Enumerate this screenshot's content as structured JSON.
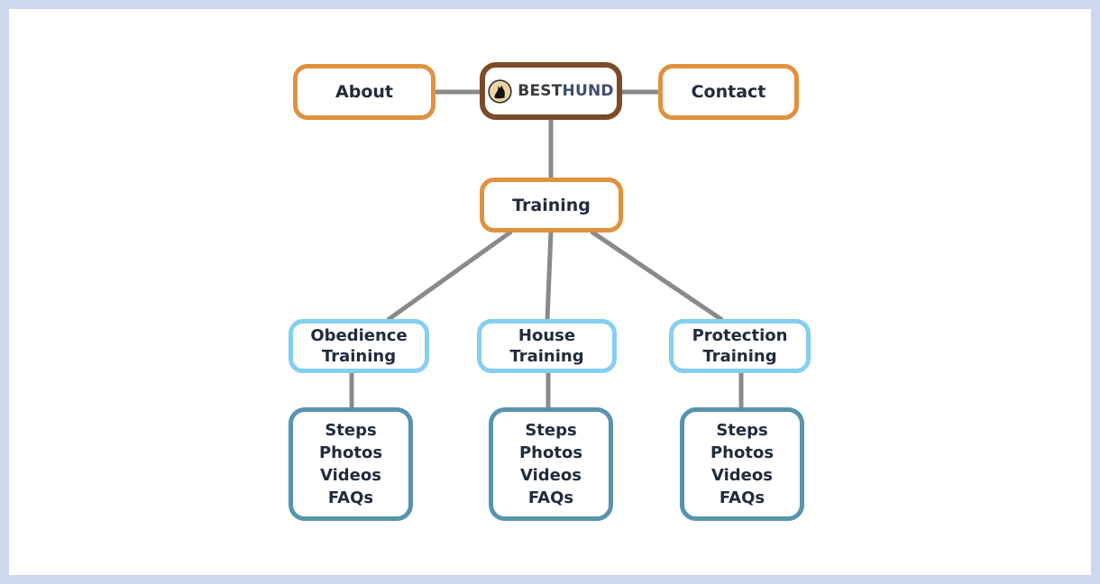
{
  "canvas": {
    "background": "#ffffff",
    "frame_color": "#cdd9ef"
  },
  "brand": {
    "name_part1": "BEST",
    "name_part2": "HUND",
    "logo_icon": "dog-head-icon"
  },
  "palette": {
    "orange": "#e0913d",
    "brown": "#7b4b28",
    "sky_blue": "#85cef0",
    "steel_blue": "#5794ae",
    "connector_gray": "#8a8a8a",
    "text_dark": "#222b3d",
    "logo_tan": "#ecd5a4"
  },
  "nodes": {
    "about": {
      "label": "About"
    },
    "contact": {
      "label": "Contact"
    },
    "training": {
      "label": "Training"
    },
    "obedience": {
      "line1": "Obedience",
      "line2": "Training"
    },
    "house": {
      "line1": "House",
      "line2": "Training"
    },
    "protection": {
      "line1": "Protection",
      "line2": "Training"
    },
    "leaf": {
      "items": [
        "Steps",
        "Photos",
        "Videos",
        "FAQs"
      ]
    }
  },
  "edges": [
    {
      "from": "besthund-home",
      "to": "about"
    },
    {
      "from": "besthund-home",
      "to": "contact"
    },
    {
      "from": "besthund-home",
      "to": "training"
    },
    {
      "from": "training",
      "to": "obedience-training"
    },
    {
      "from": "training",
      "to": "house-training"
    },
    {
      "from": "training",
      "to": "protection-training"
    },
    {
      "from": "obedience-training",
      "to": "obedience-resources"
    },
    {
      "from": "house-training",
      "to": "house-resources"
    },
    {
      "from": "protection-training",
      "to": "protection-resources"
    }
  ]
}
